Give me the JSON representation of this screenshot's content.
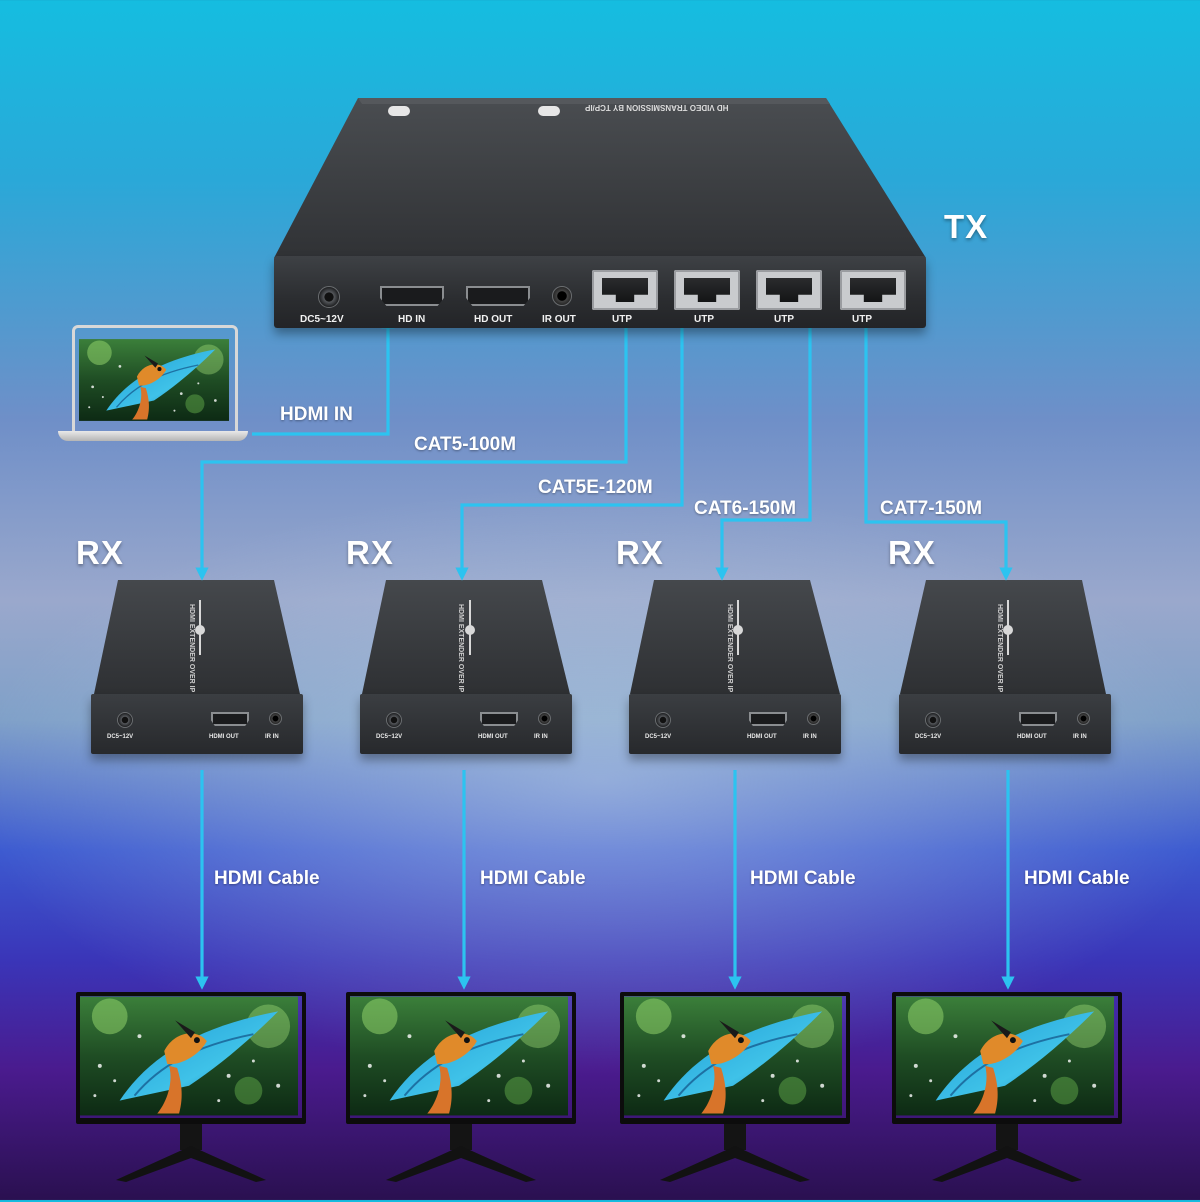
{
  "tx": {
    "label": "TX",
    "top_text": "HD VIDEO TRANSMISSION BY TCP/IP",
    "ports": {
      "dc": "DC5~12V",
      "hd_in": "HD IN",
      "hd_out": "HD OUT",
      "ir_out": "IR OUT",
      "utp": [
        "UTP",
        "UTP",
        "UTP",
        "UTP"
      ]
    }
  },
  "source": {
    "cable_label": "HDMI IN"
  },
  "cables": [
    "CAT5-100M",
    "CAT5E-120M",
    "CAT6-150M",
    "CAT7-150M"
  ],
  "rx_units": [
    {
      "label": "RX",
      "top_text": "HDMI EXTENDER OVER IP",
      "ports": {
        "dc": "DC5~12V",
        "hdmi_out": "HDMI OUT",
        "ir_in": "IR IN"
      },
      "output_cable": "HDMI Cable"
    },
    {
      "label": "RX",
      "top_text": "HDMI EXTENDER OVER IP",
      "ports": {
        "dc": "DC5~12V",
        "hdmi_out": "HDMI OUT",
        "ir_in": "IR IN"
      },
      "output_cable": "HDMI Cable"
    },
    {
      "label": "RX",
      "top_text": "HDMI EXTENDER OVER IP",
      "ports": {
        "dc": "DC5~12V",
        "hdmi_out": "HDMI OUT",
        "ir_in": "IR IN"
      },
      "output_cable": "HDMI Cable"
    },
    {
      "label": "RX",
      "top_text": "HDMI EXTENDER OVER IP",
      "ports": {
        "dc": "DC5~12V",
        "hdmi_out": "HDMI OUT",
        "ir_in": "IR IN"
      },
      "output_cable": "HDMI Cable"
    }
  ],
  "colors": {
    "cable": "#2cc3f0",
    "device": "#2b2d30"
  },
  "icons": [
    "laptop-icon",
    "monitor-icon",
    "kingfisher-image"
  ]
}
